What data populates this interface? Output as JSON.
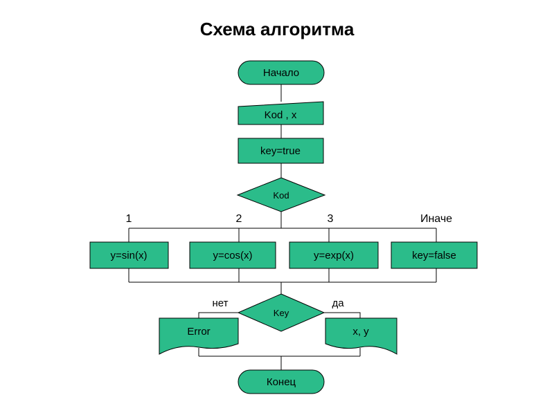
{
  "title": "Схема алгоритма",
  "colors": {
    "block_fill": "#2bbc8a",
    "stroke": "#000000"
  },
  "blocks": {
    "start": "Начало",
    "input": "Kod , x",
    "init": "key=true",
    "switch": "Kod",
    "case1": "y=sin(x)",
    "case2": "y=cos(x)",
    "case3": "y=exp(x)",
    "default": "key=false",
    "check": "Key",
    "error": "Error",
    "output": "x, y",
    "end": "Конец"
  },
  "labels": {
    "case1": "1",
    "case2": "2",
    "case3": "3",
    "default": "Иначе",
    "no": "нет",
    "yes": "да"
  }
}
